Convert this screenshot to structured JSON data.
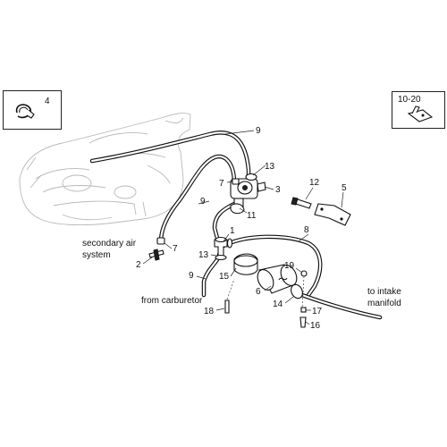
{
  "callouts": {
    "ref_left": "4",
    "ref_right": "10-20",
    "n9_top": "9",
    "n13_top": "13",
    "n7_top": "7",
    "n3": "3",
    "n11": "11",
    "n12": "12",
    "n5": "5",
    "n9_left": "9",
    "n8": "8",
    "n1": "1",
    "n13_mid": "13",
    "n7_left": "7",
    "n2": "2",
    "n9_bottom": "9",
    "n15": "15",
    "n19": "19",
    "n6": "6",
    "n14": "14",
    "n18": "18",
    "n17": "17",
    "n16": "16"
  },
  "notes": {
    "secondary_air_line1": "secondary air",
    "secondary_air_line2": "system",
    "from_carburetor": "from carburetor",
    "to_intake_line1": "to intake",
    "to_intake_line2": "manifold"
  }
}
